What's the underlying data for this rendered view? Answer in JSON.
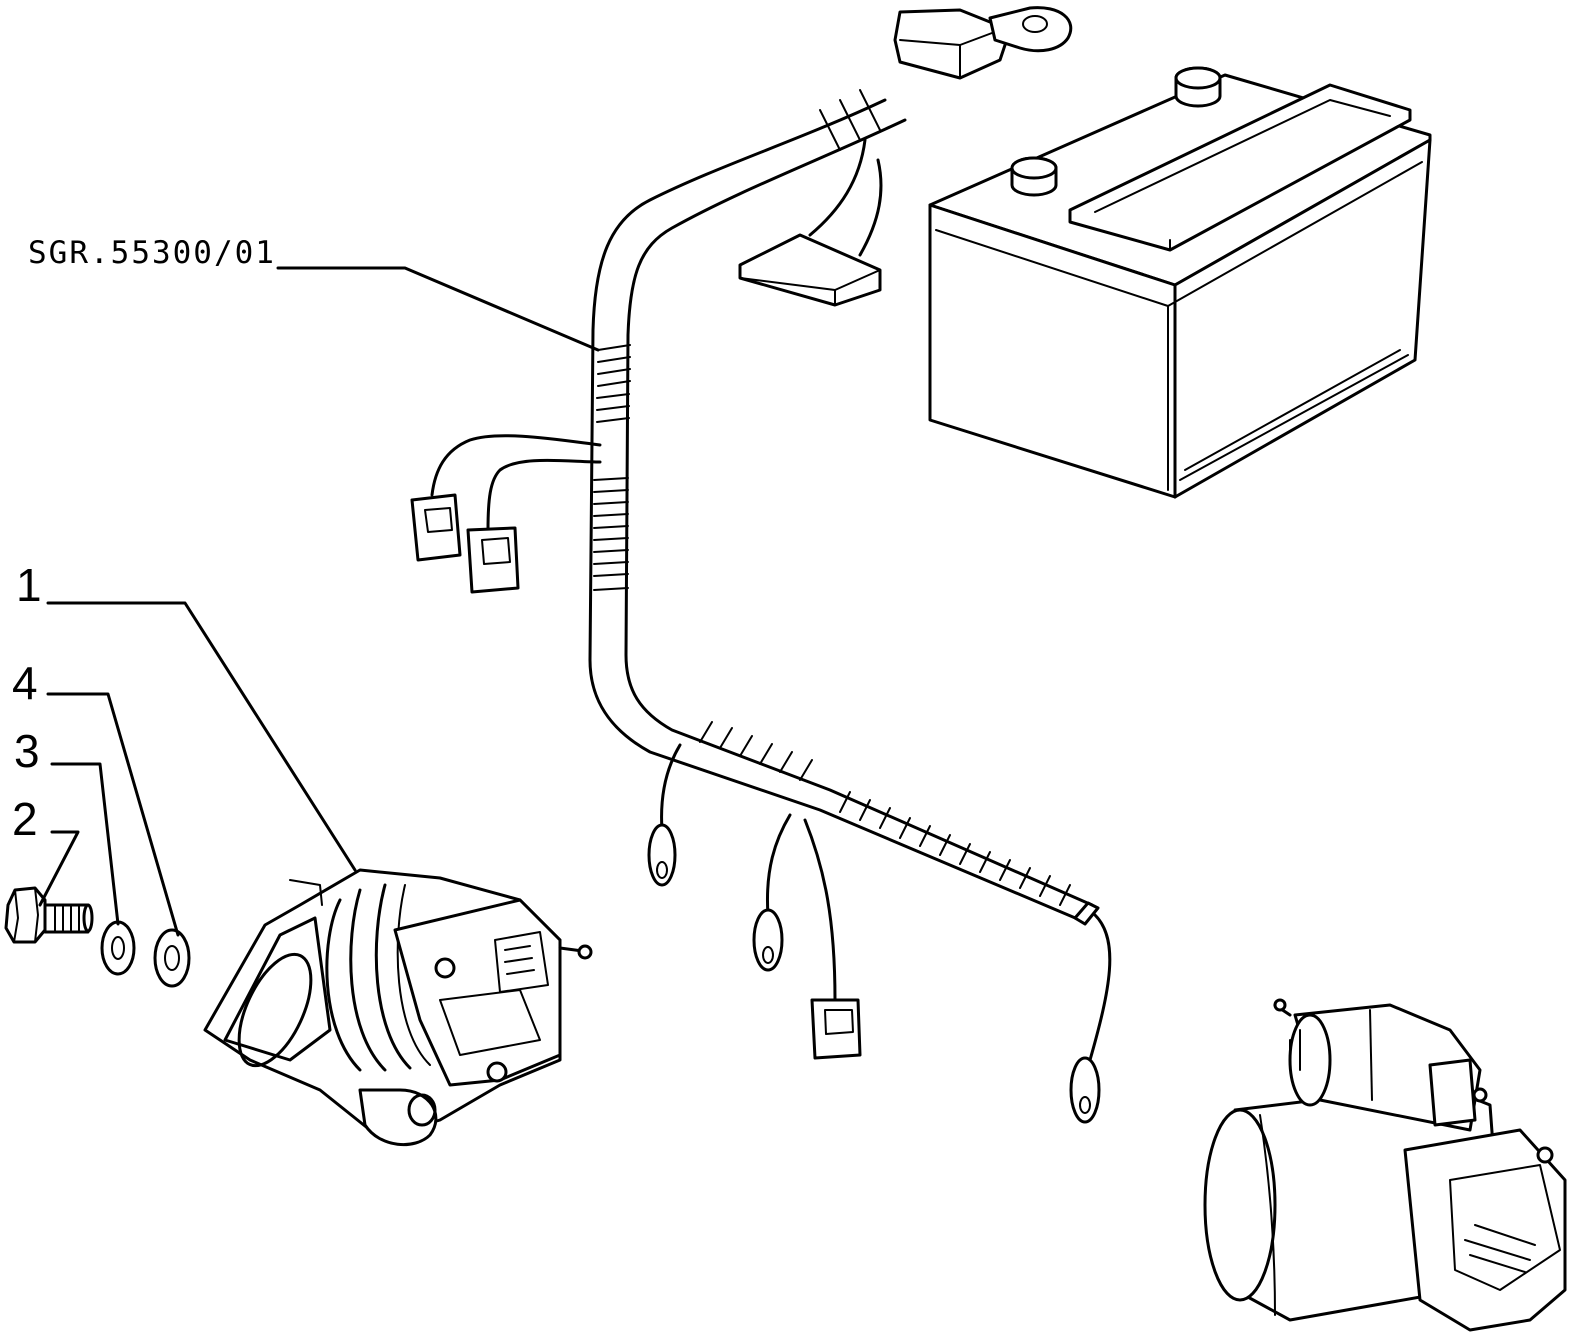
{
  "callouts": {
    "harness_ref": "SGR.55300/01",
    "part_1": "1",
    "part_2": "2",
    "part_3": "3",
    "part_4": "4"
  },
  "colors": {
    "ink": "#000000",
    "background": "#ffffff"
  }
}
